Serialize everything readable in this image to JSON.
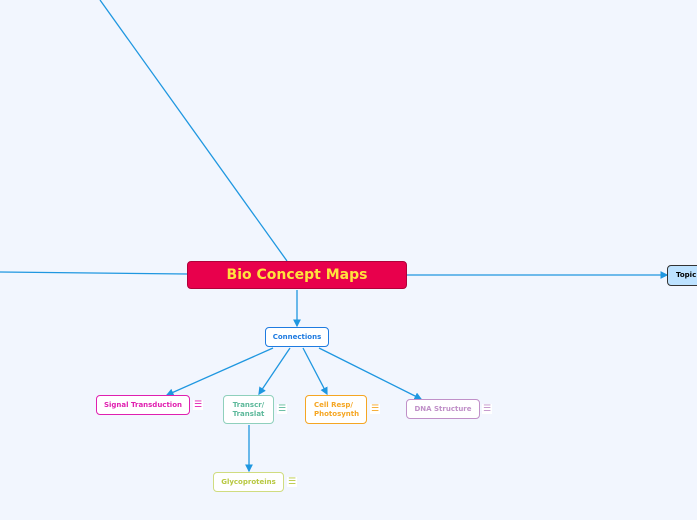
{
  "central": {
    "label": "Bio Concept Maps"
  },
  "topic": {
    "label": "Topic"
  },
  "connections": {
    "label": "Connections"
  },
  "children": [
    {
      "label": "Signal Transduction",
      "color": "#e020b0"
    },
    {
      "label": "Transcr/ Translat",
      "color": "#5cb89a"
    },
    {
      "label": "Cell Resp/ Photosynth",
      "color": "#f5a623"
    },
    {
      "label": "DNA Structure",
      "color": "#c090c8"
    }
  ],
  "grandchild": {
    "label": "Glycoproteins",
    "color": "#b8c840"
  },
  "colors": {
    "line": "#1f97e0",
    "central_bg": "#e8004c",
    "central_text": "#ffe23d",
    "topic_bg": "#bde2ff"
  }
}
